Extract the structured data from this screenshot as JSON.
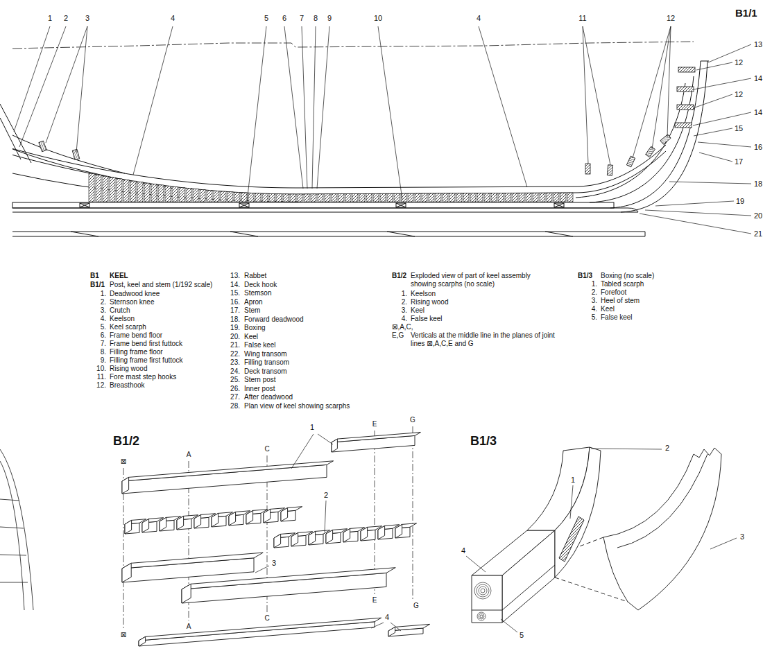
{
  "diagram": {
    "labels": [
      "1",
      "2",
      "3",
      "4",
      "5",
      "6",
      "7",
      "8",
      "9",
      "10",
      "4",
      "11",
      "12",
      "B1/1",
      "13",
      "12",
      "14",
      "12",
      "14",
      "15",
      "16",
      "17",
      "18",
      "19",
      "20",
      "21",
      "B1",
      "KEEL",
      "B1/1",
      "Post, keel and stem (1/192 scale)",
      "1.",
      "Deadwood knee",
      "2.",
      "Sternson knee",
      "3.",
      "Crutch",
      "4.",
      "Keelson",
      "5.",
      "Keel scarph",
      "6.",
      "Frame bend floor",
      "7.",
      "Frame bend first futtock",
      "8.",
      "Filling frame floor",
      "9.",
      "Filling frame first futtock",
      "10.",
      "Rising wood",
      "11.",
      "Fore mast step hooks",
      "12.",
      "Breasthook",
      "13.",
      "Rabbet",
      "14.",
      "Deck hook",
      "15.",
      "Stemson",
      "16.",
      "Apron",
      "17.",
      "Stem",
      "18.",
      "Forward deadwood",
      "19.",
      "Boxing",
      "20.",
      "Keel",
      "21.",
      "False keel",
      "22.",
      "Wing transom",
      "23.",
      "Filling transom",
      "24.",
      "Deck transom",
      "25.",
      "Stern post",
      "26.",
      "Inner post",
      "27.",
      "After deadwood",
      "28.",
      "Plan view of keel showing scarphs",
      "B1/2",
      "Exploded view of part of keel assembly showing scarphs (no scale)",
      "1.",
      "Keelson",
      "2.",
      "Rising wood",
      "3.",
      "Keel",
      "4.",
      "False keel",
      "⊠,A,C, E,G",
      "Verticals at the middle line in the planes of joint lines ⊠,A,C,E and G",
      "B1/3",
      "Boxing (no scale)",
      "1.",
      "Tabled scarph",
      "2.",
      "Forefoot",
      "3.",
      "Heel of stem",
      "4.",
      "Keel",
      "5.",
      "False keel",
      "B1/2",
      "B1/3",
      "⊠",
      "A",
      "C",
      "E",
      "G",
      "1",
      "2",
      "3",
      "4",
      "⊠",
      "A",
      "C",
      "E",
      "G",
      "1",
      "2",
      "3",
      "4",
      "5"
    ]
  }
}
